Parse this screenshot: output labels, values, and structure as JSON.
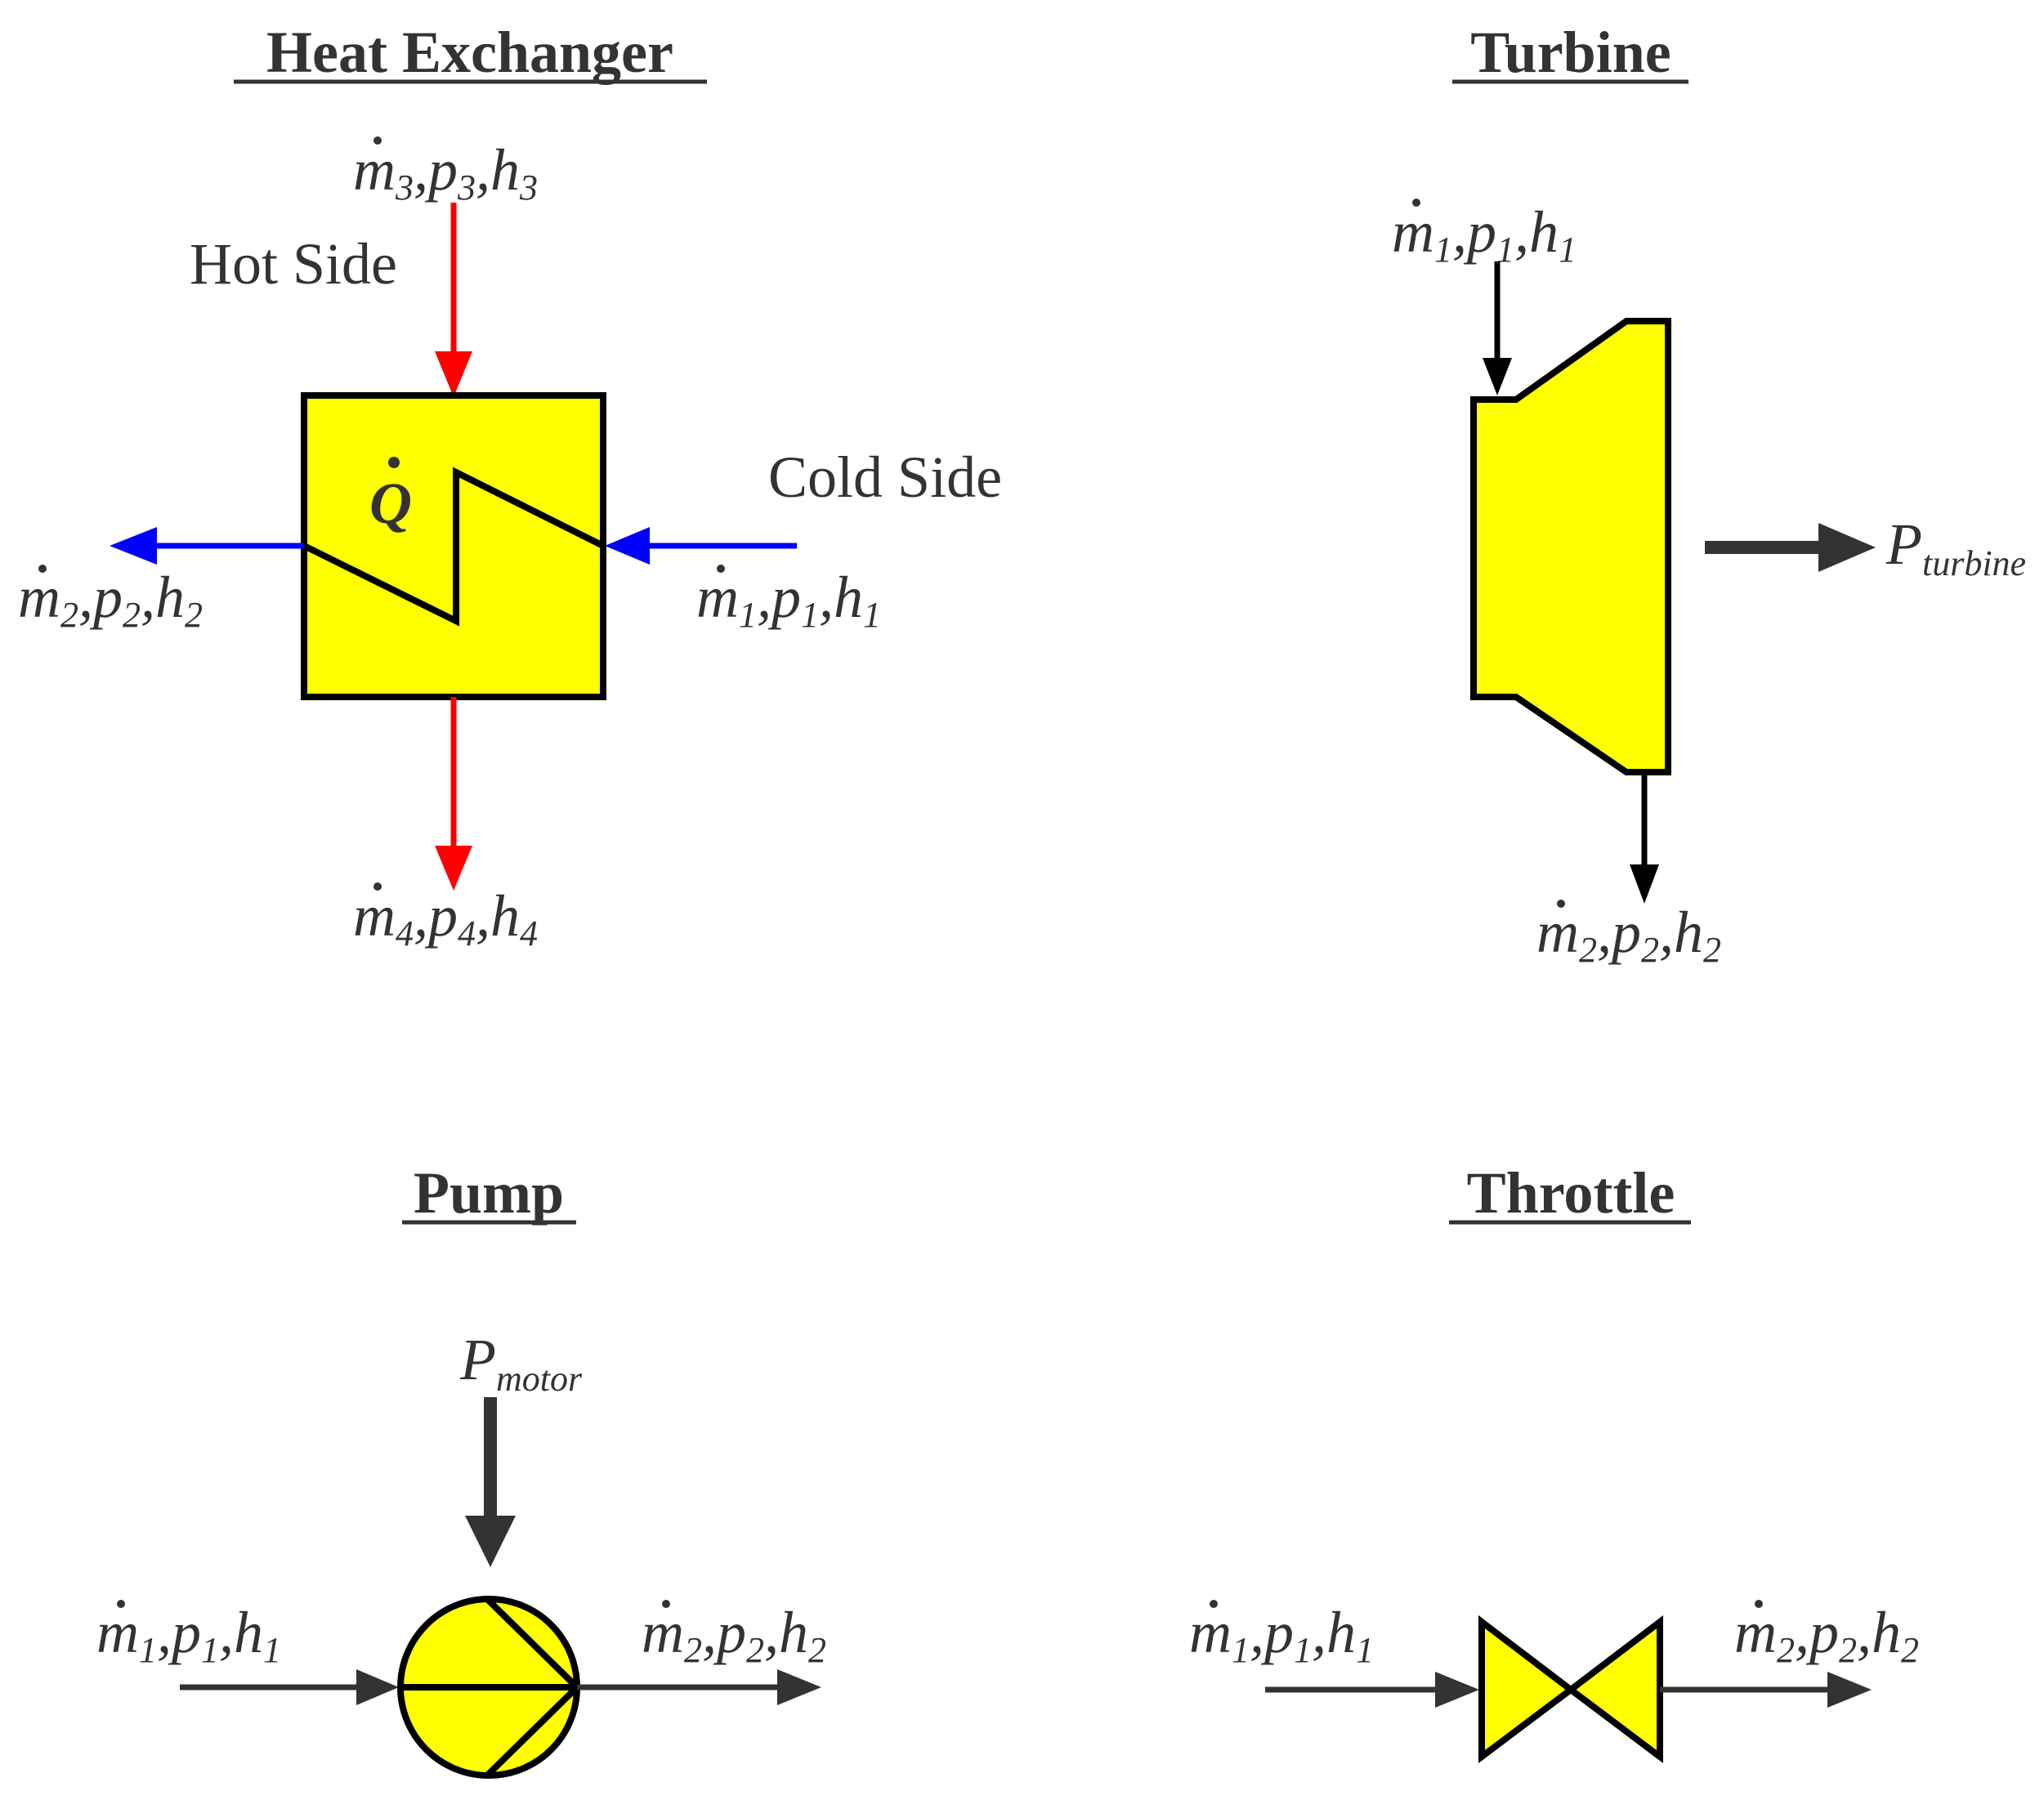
{
  "colors": {
    "component_fill": "#ffff00",
    "component_stroke": "#000000",
    "hot_side": "#ff0000",
    "cold_side": "#0000ff",
    "text": "#333333"
  },
  "heat_exchanger": {
    "title": "Heat Exchanger",
    "hot_side_label": "Hot Side",
    "cold_side_label": "Cold Side",
    "heat_symbol": "Q",
    "state_3": {
      "m": "m",
      "p": "p",
      "h": "h",
      "sub": "3"
    },
    "state_4": {
      "m": "m",
      "p": "p",
      "h": "h",
      "sub": "4"
    },
    "state_1": {
      "m": "m",
      "p": "p",
      "h": "h",
      "sub": "1"
    },
    "state_2": {
      "m": "m",
      "p": "p",
      "h": "h",
      "sub": "2"
    }
  },
  "turbine": {
    "title": "Turbine",
    "power_symbol": "P",
    "power_sub": "turbine",
    "state_1": {
      "m": "m",
      "p": "p",
      "h": "h",
      "sub": "1"
    },
    "state_2": {
      "m": "m",
      "p": "p",
      "h": "h",
      "sub": "2"
    }
  },
  "pump": {
    "title": "Pump",
    "power_symbol": "P",
    "power_sub": "motor",
    "state_1": {
      "m": "m",
      "p": "p",
      "h": "h",
      "sub": "1"
    },
    "state_2": {
      "m": "m",
      "p": "p",
      "h": "h",
      "sub": "2"
    }
  },
  "throttle": {
    "title": "Throttle",
    "state_1": {
      "m": "m",
      "p": "p",
      "h": "h",
      "sub": "1"
    },
    "state_2": {
      "m": "m",
      "p": "p",
      "h": "h",
      "sub": "2"
    }
  }
}
